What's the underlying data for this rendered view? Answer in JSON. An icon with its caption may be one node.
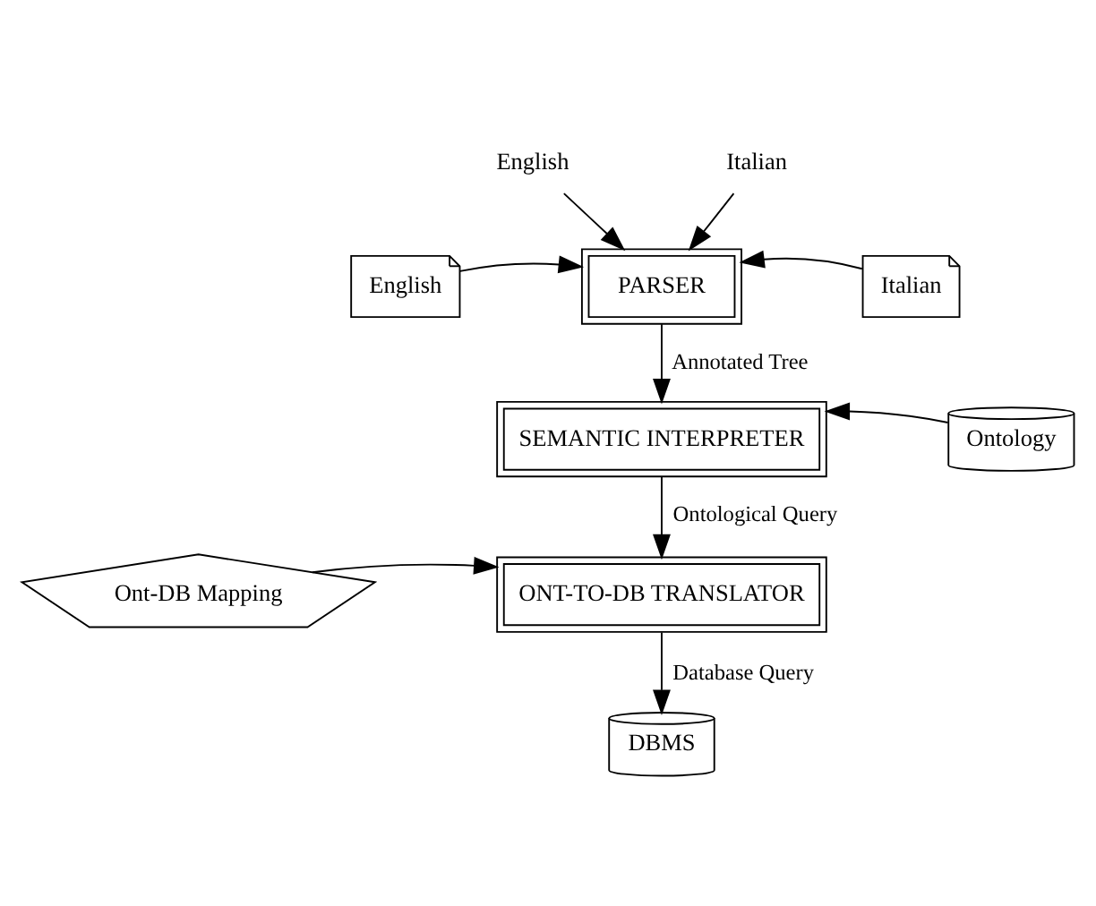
{
  "diagram": {
    "nodes": [
      {
        "text": [
          "English"
        ]
      },
      {
        "text": [
          "Italian"
        ]
      },
      {
        "text": [
          "English"
        ]
      },
      {
        "text": [
          "PARSER"
        ]
      },
      {
        "text": [
          "Italian"
        ]
      },
      {
        "text": [
          "SEMANTIC INTERPRETER"
        ]
      },
      {
        "text": [
          "Ontology"
        ]
      },
      {
        "text": [
          "Ont-DB Mapping"
        ]
      },
      {
        "text": [
          "ONT-TO-DB TRANSLATOR"
        ]
      },
      {
        "text": [
          "DBMS"
        ]
      }
    ],
    "edges": [
      {
        "from": 0,
        "to": 3,
        "arrow": "to"
      },
      {
        "from": 1,
        "to": 3,
        "arrow": "to"
      },
      {
        "from": 2,
        "to": 3,
        "arrow": "to"
      },
      {
        "from": 4,
        "to": 3,
        "arrow": "to"
      },
      {
        "from": 3,
        "to": 5,
        "arrow": "to",
        "label": "Annotated Tree"
      },
      {
        "from": 6,
        "to": 5,
        "arrow": "to"
      },
      {
        "from": 5,
        "to": 8,
        "arrow": "to",
        "label": "Ontological Query"
      },
      {
        "from": 7,
        "to": 8,
        "arrow": "to"
      },
      {
        "from": 8,
        "to": 9,
        "arrow": "to",
        "label": "Database Query"
      }
    ]
  }
}
